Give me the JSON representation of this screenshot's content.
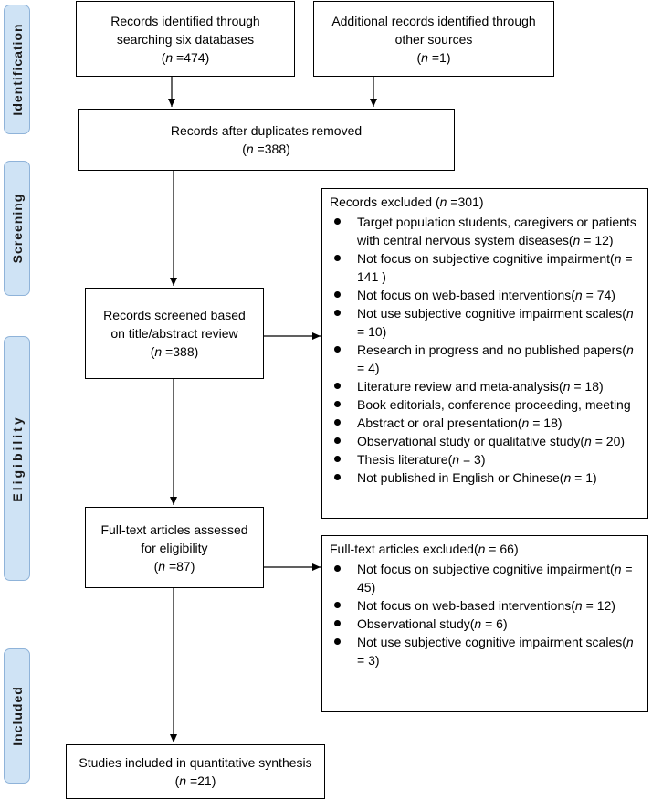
{
  "phases": {
    "identification": "Identification",
    "screening": "Screening",
    "eligibility": "Eligibility",
    "included": "Included"
  },
  "boxes": {
    "databases": {
      "line1": "Records identified through",
      "line2": "searching six databases",
      "n": "474"
    },
    "other_sources": {
      "line1": "Additional records identified through",
      "line2": "other sources",
      "n": "1"
    },
    "duplicates_removed": {
      "line1": "Records after duplicates removed",
      "n": "388"
    },
    "screened": {
      "line1": "Records screened based",
      "line2": "on title/abstract review",
      "n": "388"
    },
    "fulltext": {
      "line1": "Full-text articles assessed",
      "line2": "for eligibility",
      "n": "87"
    },
    "included": {
      "line1": "Studies included in quantitative synthesis",
      "n": "21"
    }
  },
  "records_excluded": {
    "header": "Records excluded (",
    "header_n": "301",
    "items": [
      {
        "text": "Target population students, caregivers or patients with central nervous system diseases(",
        "n": "12"
      },
      {
        "text": "Not focus on subjective cognitive impairment(",
        "n": "141"
      },
      {
        "text": "Not focus on web-based interventions(",
        "n": "74"
      },
      {
        "text": "Not use subjective cognitive impairment scales(",
        "n": "10"
      },
      {
        "text": "Research in progress and no published papers(",
        "n": "4"
      },
      {
        "text": "Literature review and meta-analysis(",
        "n": "18"
      },
      {
        "text": "Book editorials, conference proceeding, meeting"
      },
      {
        "text": "Abstract or oral presentation(",
        "n": "18"
      },
      {
        "text": "Observational study or qualitative study(",
        "n": "20"
      },
      {
        "text": "Thesis literature(",
        "n": "3"
      },
      {
        "text": "Not published in English or Chinese(",
        "n": "1"
      }
    ]
  },
  "fulltext_excluded": {
    "header": "Full-text articles excluded(",
    "header_n": "66",
    "items": [
      {
        "text": "Not focus on subjective cognitive impairment(",
        "n": "45"
      },
      {
        "text": "Not focus on web-based interventions(",
        "n": "12"
      },
      {
        "text": "Observational study(",
        "n": "6"
      },
      {
        "text": "Not use subjective cognitive impairment scales(",
        "n": "3"
      }
    ]
  }
}
